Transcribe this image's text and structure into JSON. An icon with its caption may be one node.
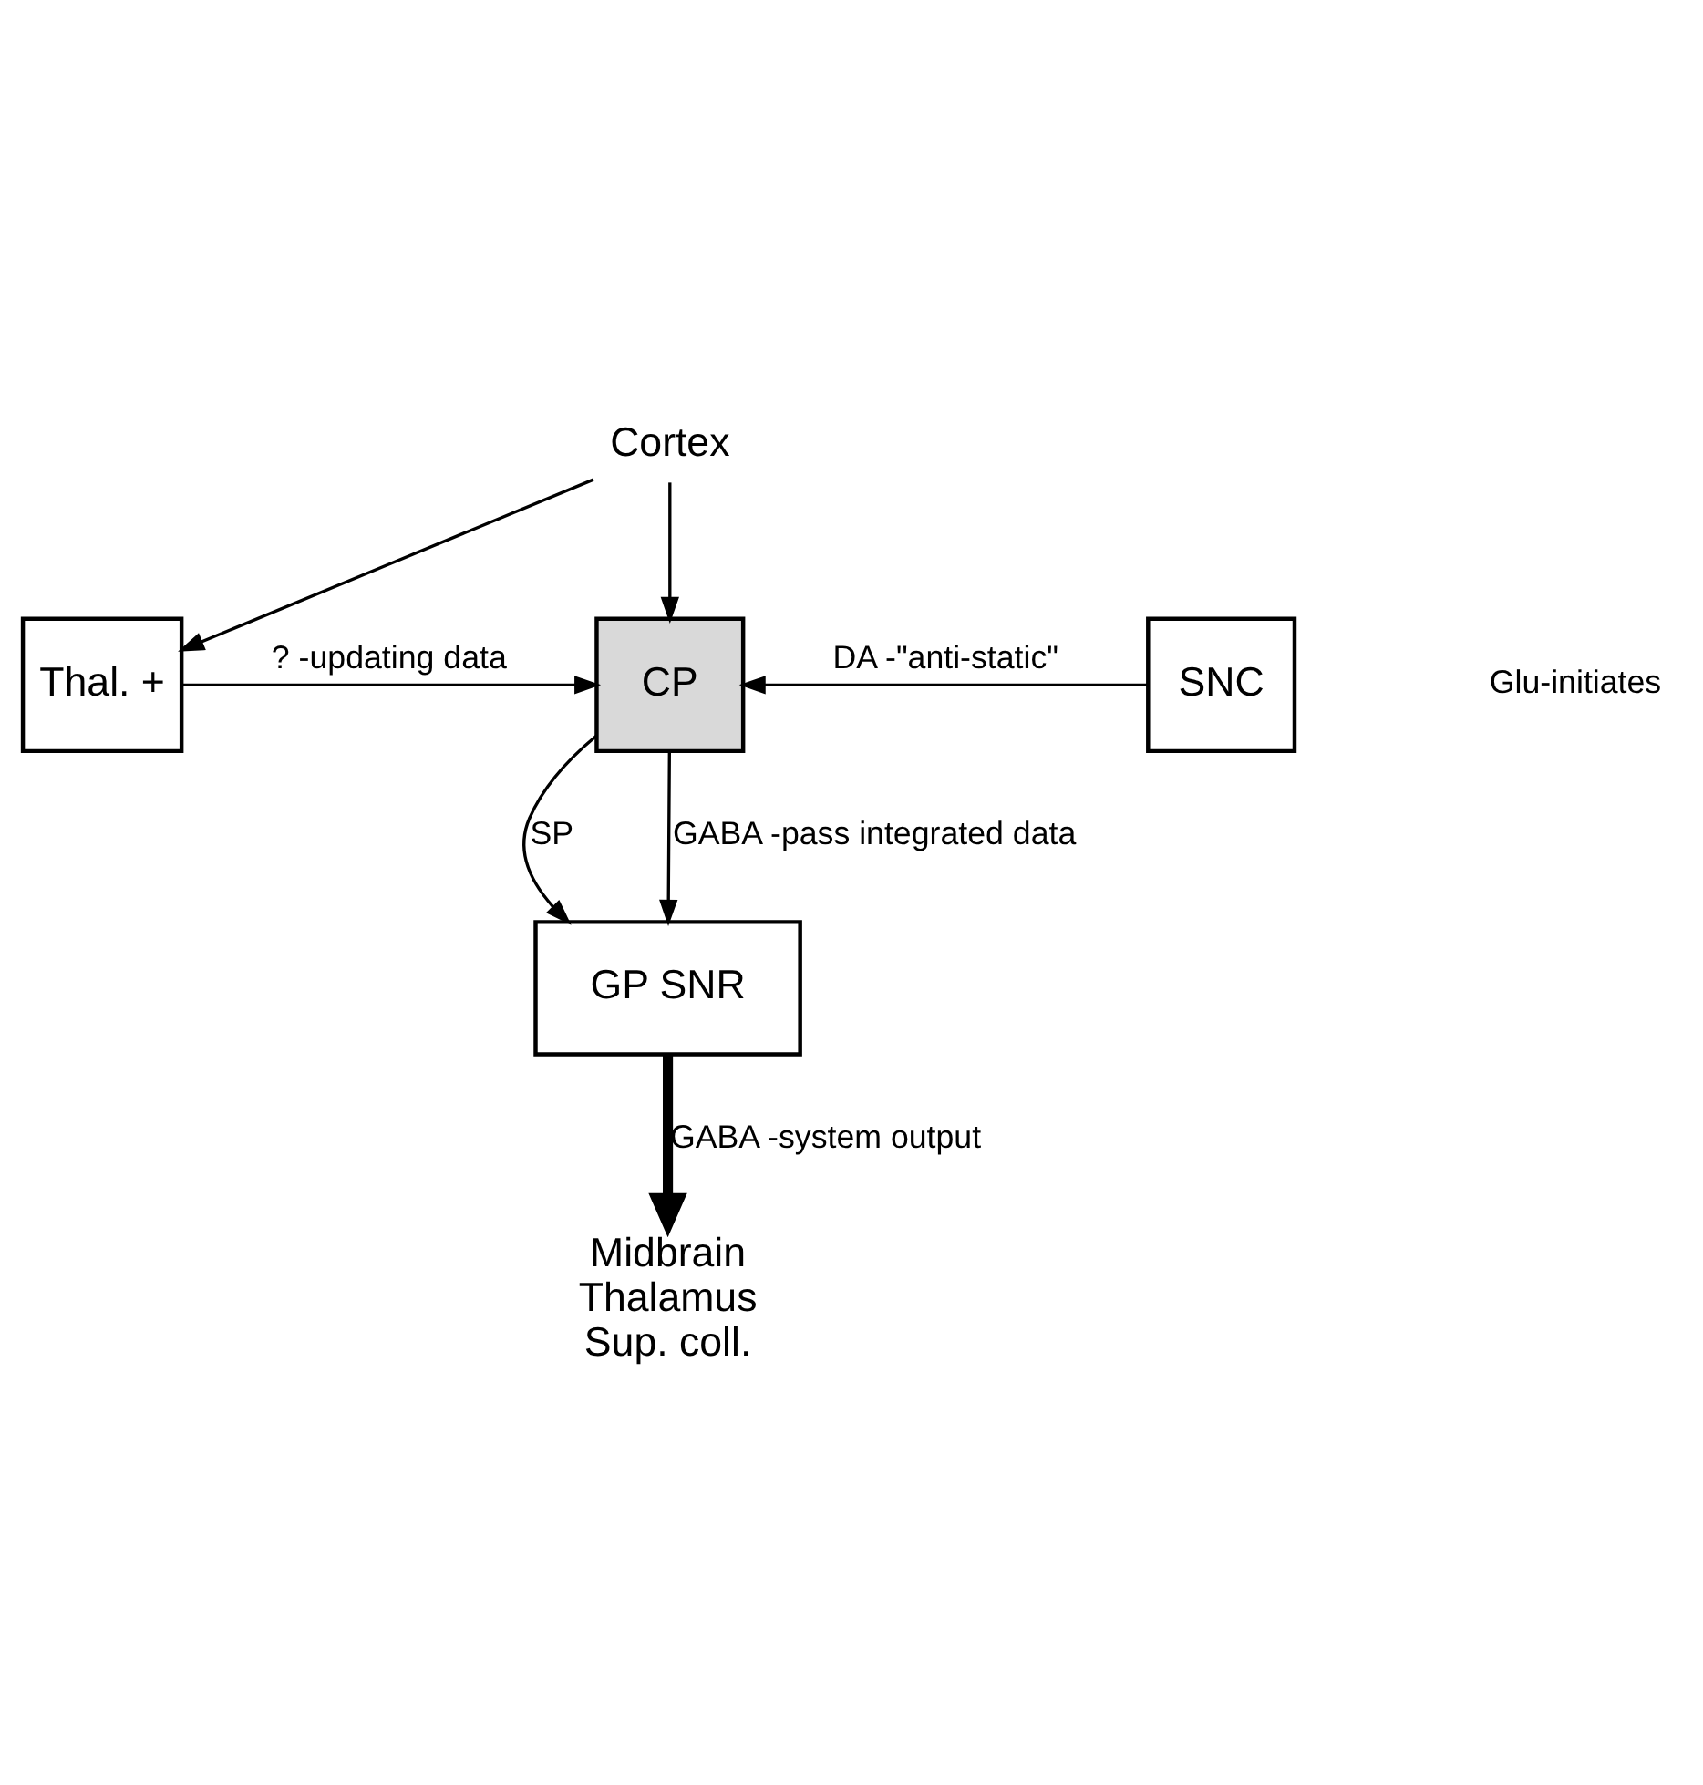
{
  "diagram": {
    "nodes": [
      {
        "text": [
          "Cortex"
        ]
      },
      {
        "text": [
          "SNC"
        ]
      },
      {
        "text": [
          "CP"
        ]
      },
      {
        "text": [
          "Thal. +"
        ]
      },
      {
        "text": [
          "GP SNR"
        ]
      },
      {
        "text": [
          "Midbrain",
          "Thalamus",
          "Sup. coll."
        ]
      }
    ],
    "edges": [
      {
        "from": 0,
        "to": 2,
        "arrow": "to"
      },
      {
        "from": 0,
        "to": 3,
        "arrow": "to"
      },
      {
        "from": 1,
        "to": 2,
        "arrow": "to",
        "label": "DA -\"anti-static\""
      },
      {
        "from": 3,
        "to": 2,
        "arrow": "to",
        "label": "? -updating data"
      },
      {
        "from": 2,
        "to": 4,
        "arrow": "to",
        "label": "SP"
      },
      {
        "from": 2,
        "to": 4,
        "arrow": "to",
        "label": "GABA -pass integrated data"
      },
      {
        "from": 4,
        "to": 5,
        "arrow": "to",
        "label": "GABA -system output",
        "style": "thick"
      }
    ],
    "labels": [
      "Glu-initiates"
    ]
  }
}
